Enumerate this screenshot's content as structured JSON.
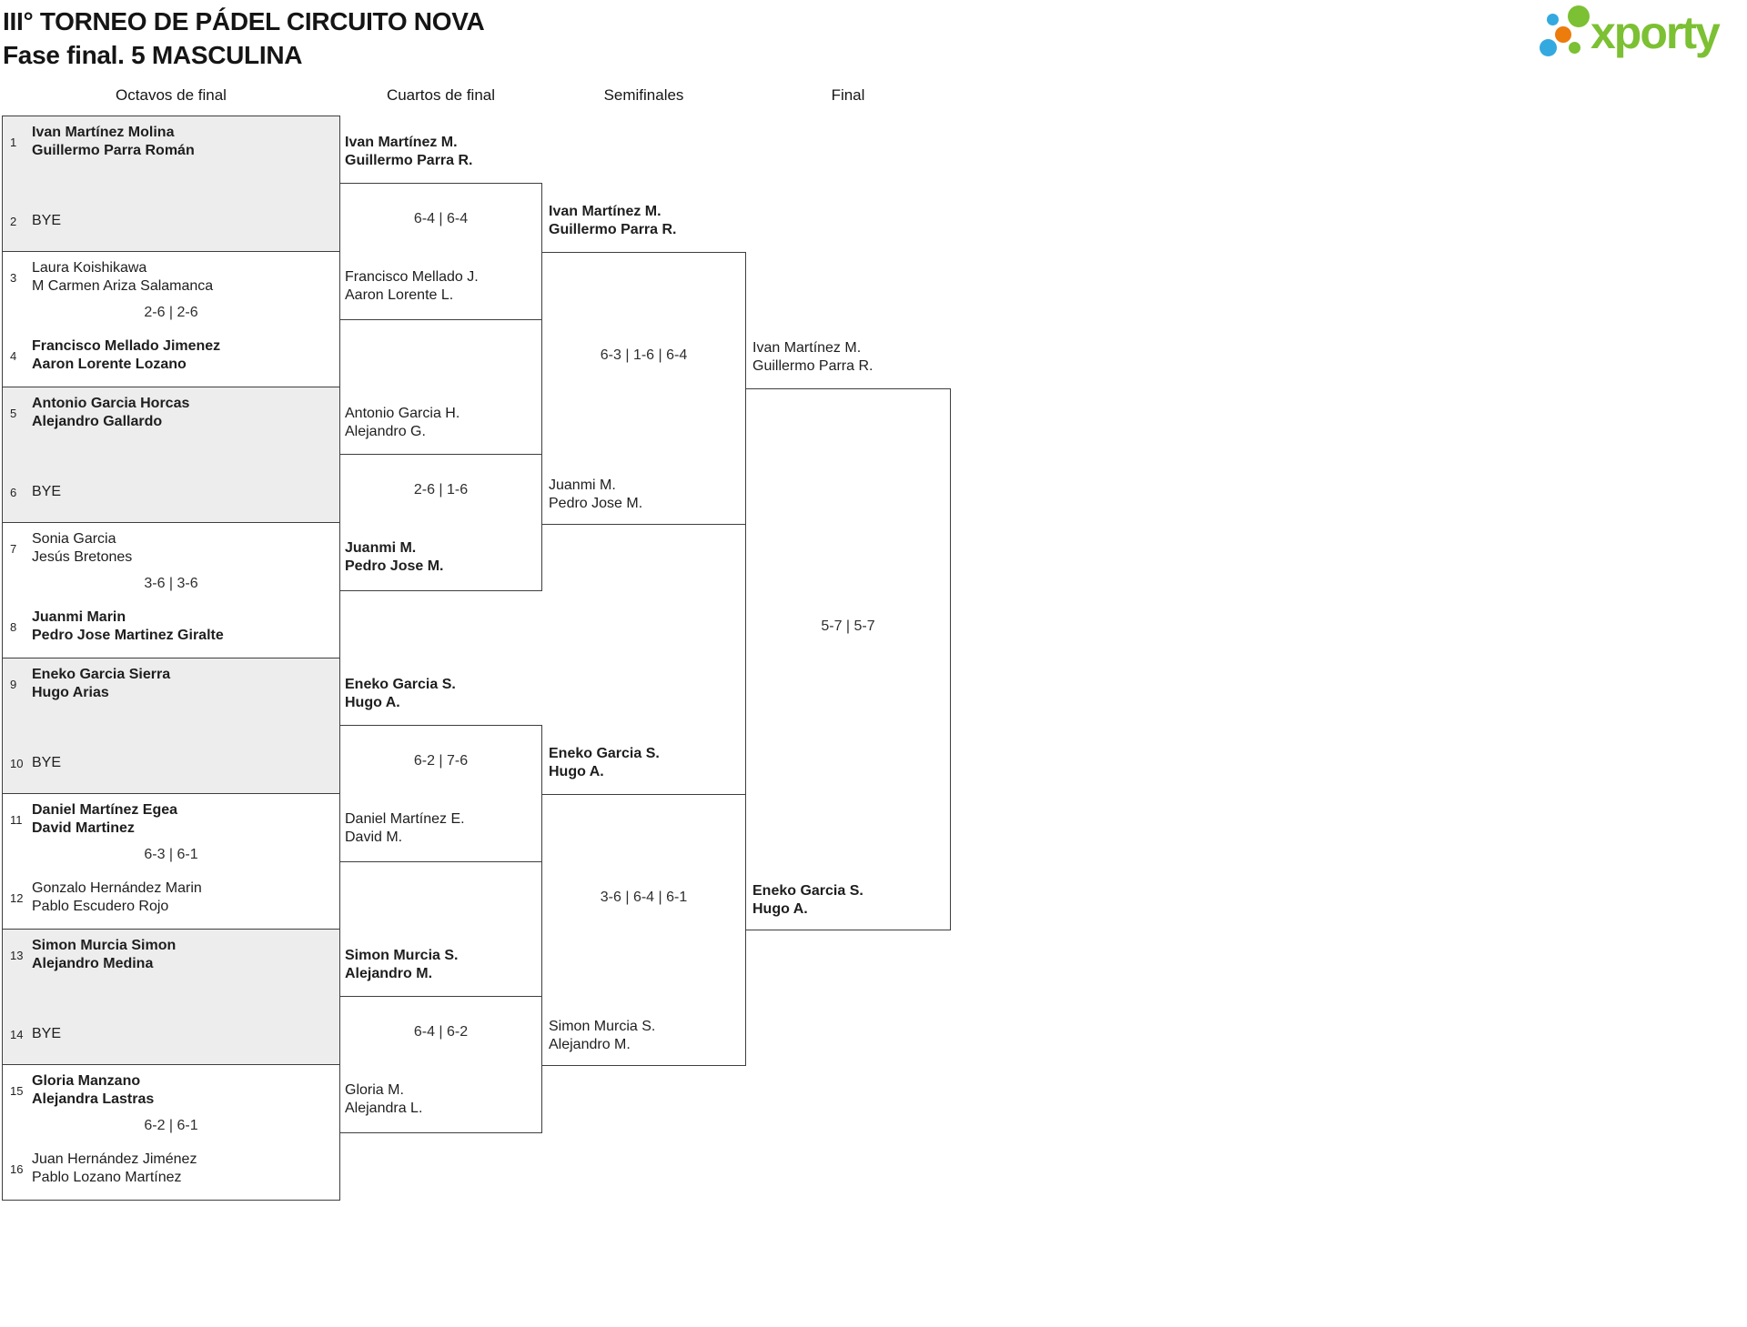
{
  "header": {
    "title_line1": "III° TORNEO DE PÁDEL CIRCUITO NOVA",
    "title_line2": "Fase final. 5 MASCULINA"
  },
  "logo": {
    "text": "xporty"
  },
  "colors": {
    "logo_green": "#7cc033",
    "logo_blue": "#33a9e0",
    "logo_orange": "#ec7c0c",
    "bye_block_bg": "#ededed",
    "border": "#3e3e3e"
  },
  "round_headers": [
    "Octavos de final",
    "Cuartos de final",
    "Semifinales",
    "Final"
  ],
  "octavos": [
    {
      "seed_top": "1",
      "top": [
        "Ivan Martínez Molina",
        "Guillermo Parra Román"
      ],
      "top_bold": true,
      "seed_bottom": "2",
      "bye": "BYE"
    },
    {
      "seed_top": "3",
      "top": [
        "Laura Koishikawa",
        "M Carmen Ariza Salamanca"
      ],
      "top_bold": false,
      "score": "2-6 | 2-6",
      "seed_bottom": "4",
      "bottom": [
        "Francisco Mellado Jimenez",
        "Aaron Lorente Lozano"
      ],
      "bottom_bold": true
    },
    {
      "seed_top": "5",
      "top": [
        "Antonio Garcia Horcas",
        "Alejandro Gallardo"
      ],
      "top_bold": true,
      "seed_bottom": "6",
      "bye": "BYE"
    },
    {
      "seed_top": "7",
      "top": [
        "Sonia Garcia",
        "Jesús Bretones"
      ],
      "top_bold": false,
      "score": "3-6 | 3-6",
      "seed_bottom": "8",
      "bottom": [
        "Juanmi Marin",
        "Pedro Jose Martinez Giralte"
      ],
      "bottom_bold": true
    },
    {
      "seed_top": "9",
      "top": [
        "Eneko Garcia Sierra",
        "Hugo Arias"
      ],
      "top_bold": true,
      "seed_bottom": "10",
      "bye": "BYE"
    },
    {
      "seed_top": "11",
      "top": [
        "Daniel Martínez Egea",
        "David Martinez"
      ],
      "top_bold": true,
      "score": "6-3 | 6-1",
      "seed_bottom": "12",
      "bottom": [
        "Gonzalo Hernández Marin",
        "Pablo Escudero Rojo"
      ],
      "bottom_bold": false
    },
    {
      "seed_top": "13",
      "top": [
        "Simon Murcia Simon",
        "Alejandro Medina"
      ],
      "top_bold": true,
      "seed_bottom": "14",
      "bye": "BYE"
    },
    {
      "seed_top": "15",
      "top": [
        "Gloria Manzano",
        "Alejandra Lastras"
      ],
      "top_bold": true,
      "score": "6-2 | 6-1",
      "seed_bottom": "16",
      "bottom": [
        "Juan Hernández Jiménez",
        "Pablo Lozano Martínez"
      ],
      "bottom_bold": false
    }
  ],
  "cuartos": [
    {
      "top": [
        "Ivan Martínez M.",
        "Guillermo Parra R."
      ],
      "top_bold": true,
      "score": "6-4 | 6-4",
      "bottom": [
        "Francisco Mellado J.",
        "Aaron Lorente L."
      ],
      "bottom_bold": false
    },
    {
      "top": [
        "Antonio Garcia H.",
        "Alejandro G."
      ],
      "top_bold": false,
      "score": "2-6 | 1-6",
      "bottom": [
        "Juanmi M.",
        "Pedro Jose M."
      ],
      "bottom_bold": true
    },
    {
      "top": [
        "Eneko Garcia S.",
        "Hugo A."
      ],
      "top_bold": true,
      "score": "6-2 | 7-6",
      "bottom": [
        "Daniel Martínez E.",
        "David M."
      ],
      "bottom_bold": false
    },
    {
      "top": [
        "Simon Murcia S.",
        "Alejandro M."
      ],
      "top_bold": true,
      "score": "6-4 | 6-2",
      "bottom": [
        "Gloria M.",
        "Alejandra L."
      ],
      "bottom_bold": false
    }
  ],
  "semifinales": [
    {
      "top": [
        "Ivan Martínez M.",
        "Guillermo Parra R."
      ],
      "top_bold": true,
      "score": "6-3 | 1-6 | 6-4",
      "bottom": [
        "Juanmi M.",
        "Pedro Jose M."
      ],
      "bottom_bold": false
    },
    {
      "top": [
        "Eneko Garcia S.",
        "Hugo A."
      ],
      "top_bold": true,
      "score": "3-6 | 6-4 | 6-1",
      "bottom": [
        "Simon Murcia S.",
        "Alejandro M."
      ],
      "bottom_bold": false
    }
  ],
  "final": {
    "top": [
      "Ivan Martínez M.",
      "Guillermo Parra R."
    ],
    "top_bold": false,
    "score": "5-7 | 5-7",
    "bottom": [
      "Eneko Garcia S.",
      "Hugo A."
    ],
    "bottom_bold": true
  }
}
